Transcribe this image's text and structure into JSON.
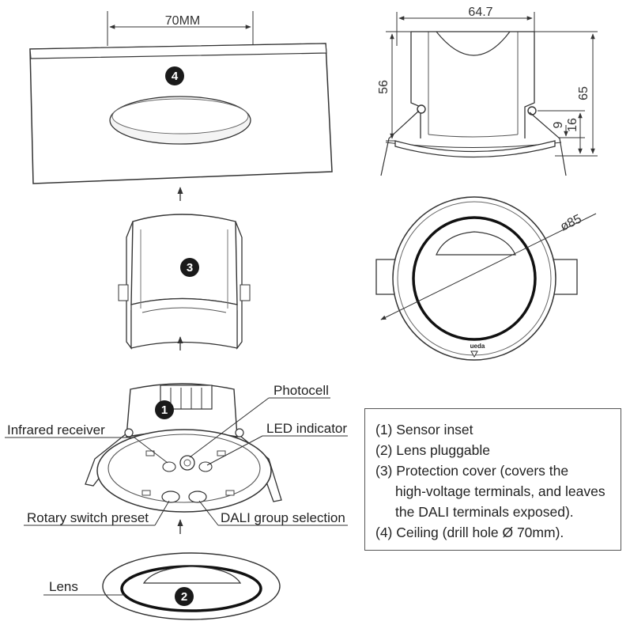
{
  "labels": {
    "ceiling_width": "70MM",
    "top_width": "64.7",
    "height_left": "56",
    "height_right": "65",
    "dim_9": "9",
    "dim_16": "16",
    "diameter": "ø85",
    "photocell": "Photocell",
    "infrared_receiver": "Infrared receiver",
    "led_indicator": "LED indicator",
    "rotary_switch": "Rotary switch preset",
    "dali_group": "DALI group selection",
    "lens": "Lens",
    "brand": "ueda"
  },
  "badges": [
    "4",
    "3",
    "1",
    "2"
  ],
  "legend": {
    "items": [
      "(1) Sensor inset",
      "(2) Lens pluggable",
      "(3) Protection cover (covers the",
      "high-voltage terminals, and leaves",
      "the DALI terminals exposed).",
      "(4) Ceiling (drill hole Ø 70mm)."
    ]
  }
}
